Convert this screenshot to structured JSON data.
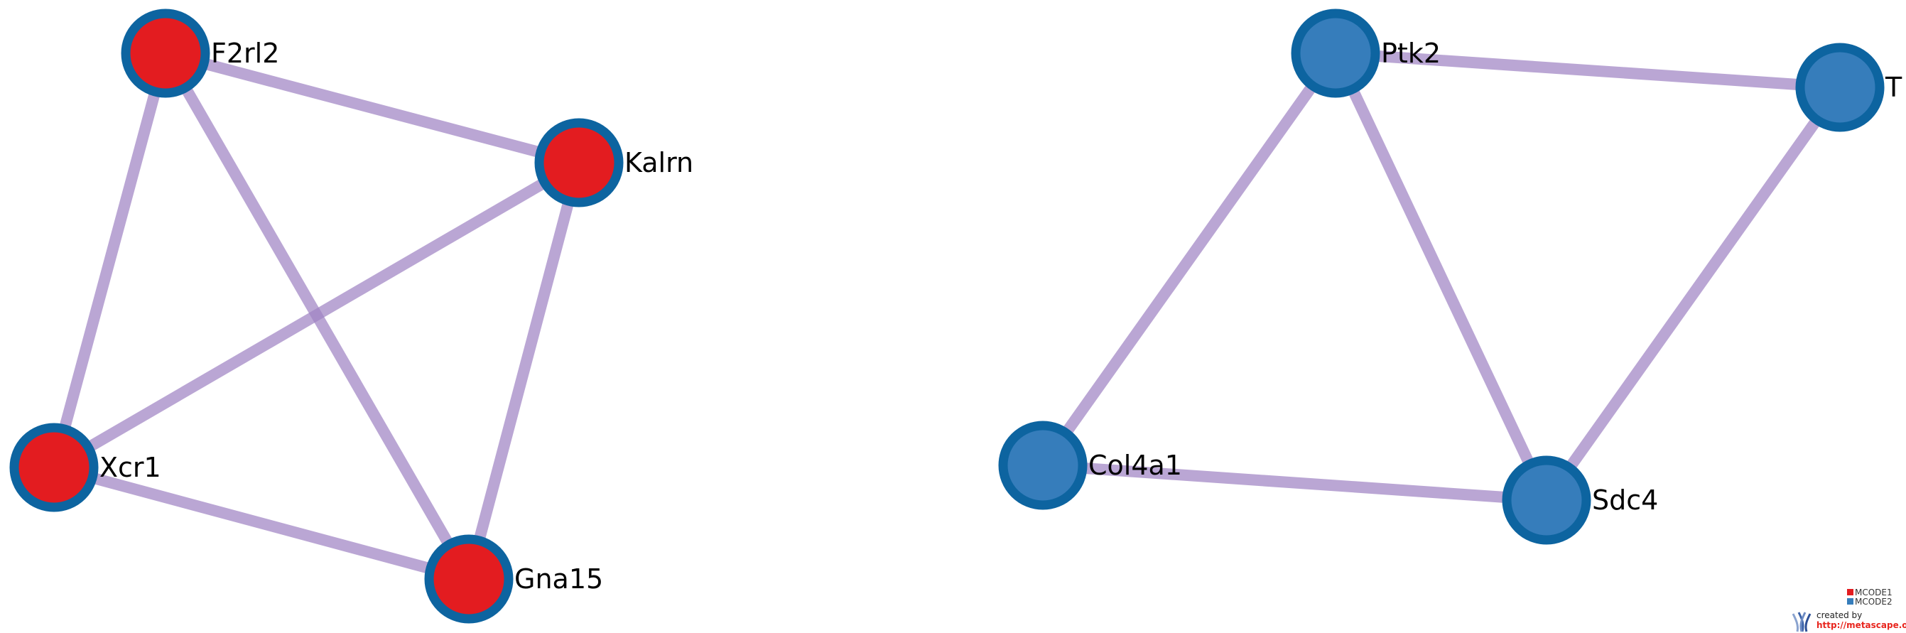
{
  "colors": {
    "edge": "#9f83c4",
    "node_border": "#0d64a0",
    "mcode1_fill": "#e31c20",
    "mcode2_fill": "#367dbb",
    "url": "#e8261e"
  },
  "networks": [
    {
      "name": "MCODE1",
      "nodes": [
        {
          "id": "F2rl2",
          "label": "F2rl2"
        },
        {
          "id": "Kalrn",
          "label": "Kalrn"
        },
        {
          "id": "Xcr1",
          "label": "Xcr1"
        },
        {
          "id": "Gna15",
          "label": "Gna15"
        }
      ],
      "edges": [
        [
          "F2rl2",
          "Kalrn"
        ],
        [
          "F2rl2",
          "Xcr1"
        ],
        [
          "F2rl2",
          "Gna15"
        ],
        [
          "Kalrn",
          "Xcr1"
        ],
        [
          "Kalrn",
          "Gna15"
        ],
        [
          "Xcr1",
          "Gna15"
        ]
      ]
    },
    {
      "name": "MCODE2",
      "nodes": [
        {
          "id": "Ptk2",
          "label": "Ptk2"
        },
        {
          "id": "T",
          "label": "T"
        },
        {
          "id": "Col4a1",
          "label": "Col4a1"
        },
        {
          "id": "Sdc4",
          "label": "Sdc4"
        }
      ],
      "edges": [
        [
          "Ptk2",
          "T"
        ],
        [
          "Ptk2",
          "Col4a1"
        ],
        [
          "Ptk2",
          "Sdc4"
        ],
        [
          "T",
          "Sdc4"
        ],
        [
          "Col4a1",
          "Sdc4"
        ]
      ]
    }
  ],
  "legend": {
    "items": [
      {
        "label": "MCODE1",
        "color": "#e31c20"
      },
      {
        "label": "MCODE2",
        "color": "#367dbb"
      }
    ]
  },
  "credit": {
    "created_by": "created by",
    "url": "http://metascape.org",
    "logo_icon": "metascape-logo-icon"
  }
}
